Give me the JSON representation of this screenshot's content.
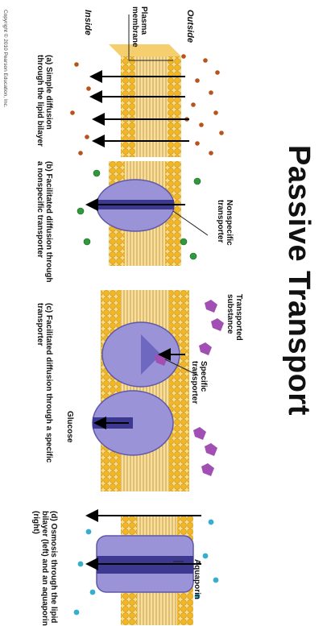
{
  "title": "Passive Transport",
  "labels": {
    "outside": "Outside",
    "plasma_membrane": "Plasma\nmembrane",
    "inside": "Inside",
    "nonspecific_transporter": "Nonspecific\ntransporter",
    "transported_substance": "Transported\nsubstance",
    "specific_transporter": "Specific\ntransporter",
    "glucose": "Glucose",
    "aquaporin": "Aquaporin"
  },
  "captions": {
    "a": "(a) Simple diffusion\nthrough the lipid bilayer",
    "b": "(b) Facilitated diffusion through\na nonspecific transporter",
    "c": "(c) Facilitated diffusion through a specific\ntransporter",
    "d": "(d) Osmosis through the lipid\nbilayer (left) and an aquaporin\n(right)"
  },
  "copyright": "Copyright © 2010 Pearson Education, Inc.",
  "colors": {
    "lipid_head": "#f2b722",
    "lipid_tail": "#e0a41a",
    "protein": "#9a93d8",
    "small_molecule": "#b5541c",
    "green_molecule": "#2f9a3c",
    "purple_molecule": "#a14fb3",
    "water": "#36aed0"
  }
}
